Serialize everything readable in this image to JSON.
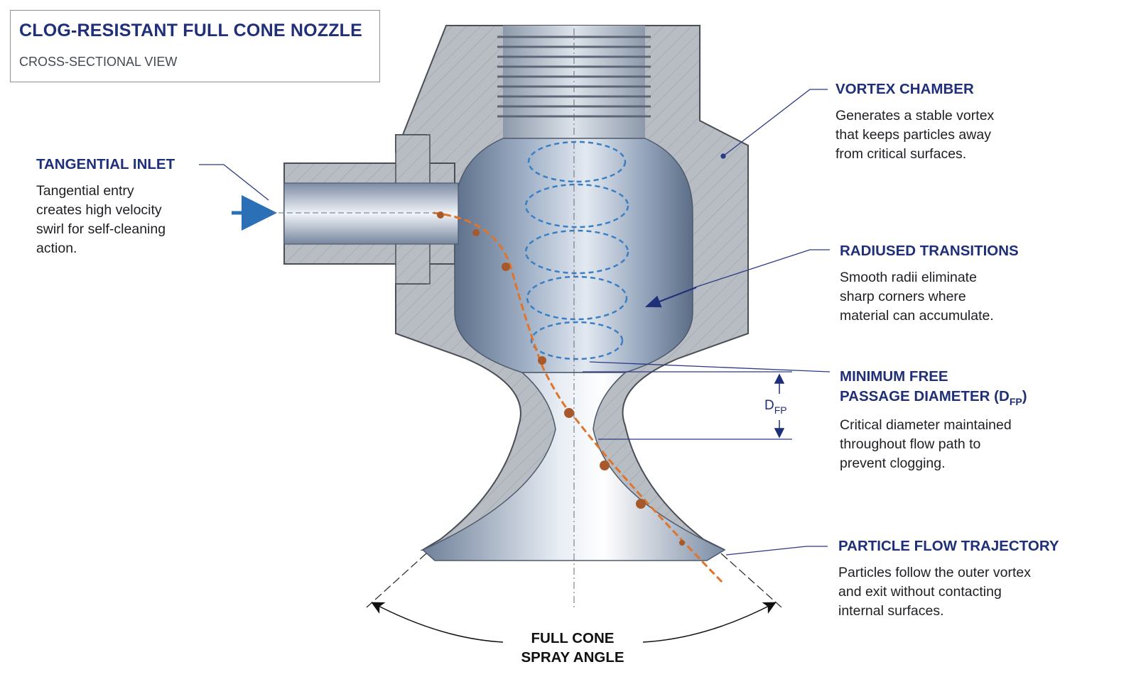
{
  "title": {
    "main": "CLOG-RESISTANT FULL CONE NOZZLE",
    "sub": "CROSS-SECTIONAL VIEW"
  },
  "callouts": {
    "tangential_inlet": {
      "heading": "TANGENTIAL INLET",
      "lines": [
        "Tangential entry",
        "creates high velocity",
        "swirl for self-cleaning",
        "action."
      ]
    },
    "vortex_chamber": {
      "heading": "VORTEX CHAMBER",
      "lines": [
        "Generates a stable vortex",
        "that keeps particles away",
        "from critical surfaces."
      ]
    },
    "radiused_transitions": {
      "heading": "RADIUSED TRANSITIONS",
      "lines": [
        "Smooth radii eliminate",
        "sharp corners where",
        "material can accumulate."
      ]
    },
    "min_free_passage": {
      "heading_line1": "MINIMUM FREE",
      "heading_line2_prefix": "PASSAGE DIAMETER (D",
      "heading_line2_sub": "FP",
      "heading_line2_suffix": ")",
      "lines": [
        "Critical diameter maintained",
        "throughout flow path to",
        "prevent clogging."
      ]
    },
    "particle_flow": {
      "heading": "PARTICLE FLOW TRAJECTORY",
      "lines": [
        "Particles follow the outer vortex",
        "and exit without contacting",
        "internal surfaces."
      ]
    }
  },
  "dimension_label": {
    "main": "D",
    "sub": "FP"
  },
  "spray_angle": {
    "line1": "FULL CONE",
    "line2": "SPRAY ANGLE"
  },
  "colors": {
    "heading": "#1f2f78",
    "leader": "#2a3a86",
    "steel_dark": "#7d8ea6",
    "steel_light": "#dfe6ef",
    "housing": "#b9bec6",
    "particle": "#e0742a",
    "vortex": "#3a7fc4",
    "inlet_arrow": "#2b6fb6"
  }
}
